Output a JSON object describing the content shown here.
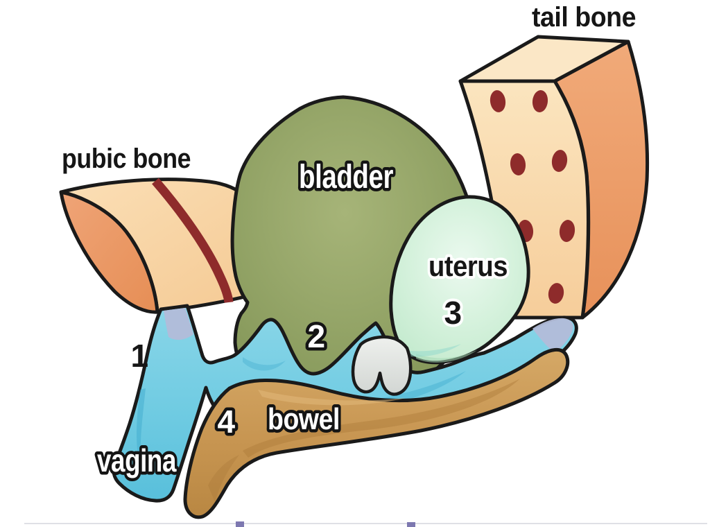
{
  "figure": {
    "description": "Side-view anatomical diagram of the female pelvis",
    "labels": {
      "pubic_bone": "pubic bone",
      "tail_bone": "tail bone",
      "bladder": "bladder",
      "uterus": "uterus",
      "bowel": "bowel",
      "vagina": "vagina",
      "n1": "1",
      "n2": "2",
      "n3": "3",
      "n4": "4"
    },
    "colors": {
      "background": "#ffffff",
      "outline": "#1a1a1a",
      "bladder_green": "#8f9f63",
      "uterus_mint": "#cdeed6",
      "bowel_tan": "#c79551",
      "vagina_cyan": "#6fcbe2",
      "bone_front": "#f8d8a8",
      "bone_side": "#eca06f",
      "bone_top": "#fbe7c6",
      "bone_spot": "#8e2b2b",
      "cervix_gray": "#dde0dd",
      "lavender": "#b2bcd9",
      "divider_line": "#dfe0e6",
      "divider_marker": "#7d78b0"
    }
  }
}
